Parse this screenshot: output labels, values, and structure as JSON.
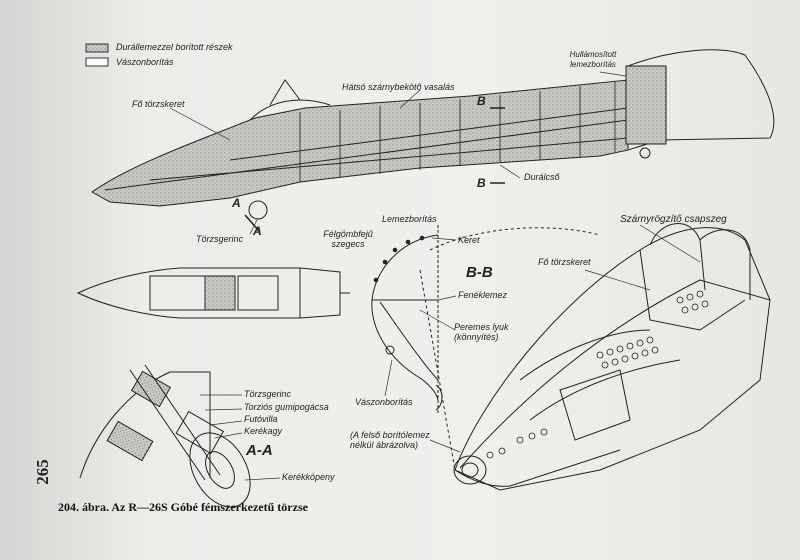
{
  "legend": {
    "metal_label": "Durállemezzel borított részek",
    "fabric_label": "Vászonborítás"
  },
  "side_view": {
    "corrugated": "Hullámosított lemezborítás",
    "rear_wing_fitting": "Hátsó szárnybekötő vasalás",
    "main_frame": "Fő törzskeret",
    "section_b": "B",
    "dural_tube": "Durálcső",
    "keel": "Törzsgerinc",
    "section_a": "A"
  },
  "section_bb": {
    "title": "B-B",
    "sheet": "Lemezborítás",
    "rivet": "Félgömbfejű szegecs",
    "frame": "Keret",
    "floor_sheet": "Fenéklemez",
    "flanged_hole": "Peremes lyuk (könnyítés)",
    "fabric": "Vászonborítás"
  },
  "section_aa": {
    "title": "A-A",
    "keel": "Törzsgerinc",
    "rubber": "Torziós gumipogácsa",
    "fork": "Futóvilla",
    "hub": "Kerékagy",
    "fairing": "Kerékköpeny"
  },
  "perspective": {
    "wing_pin": "Szárnyrögzítő csapszeg",
    "main_frame": "Fő törzskeret",
    "note": "(A felső borítólemez nélkül ábrázolva)"
  },
  "page_number": "265",
  "caption": "204. ábra. Az R—26S Góbé fémszerkezetű törzse"
}
